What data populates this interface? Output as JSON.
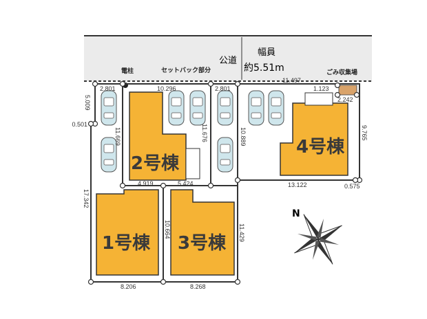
{
  "road": {
    "label": "公道",
    "width_label": "幅員",
    "width_value": "約5.51m",
    "setback": "セットバック部分",
    "pole": "電柱",
    "garbage": "ごみ収集場"
  },
  "buildings": [
    "1号棟",
    "2号棟",
    "3号棟",
    "4号棟"
  ],
  "dims": {
    "d1": "2.801",
    "d2": "10.296",
    "d3": "2.801",
    "d4": "11.497",
    "d5": "1.123",
    "d6": "2.242",
    "d7": "5.009",
    "d8": "0.501",
    "d9": "11.669",
    "d10": "11.676",
    "d11": "10.889",
    "d12": "9.765",
    "d13": "4.919",
    "d14": "5.424",
    "d15": "13.122",
    "d16": "0.575",
    "d17": "17.342",
    "d18": "10.664",
    "d19": "11.429",
    "d20": "8.206",
    "d21": "8.268"
  },
  "compass": "N",
  "colors": {
    "building": "#f5b335",
    "road": "#ebebeb",
    "car": "#cfe6ec",
    "garbage": "#d9a36a"
  }
}
